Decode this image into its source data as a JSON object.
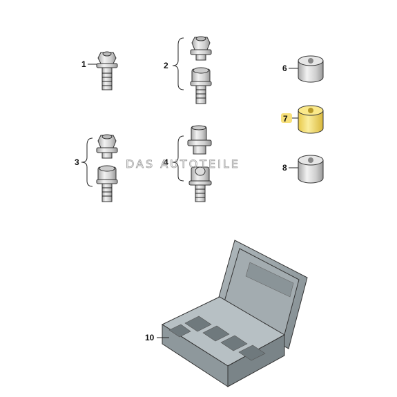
{
  "callouts": {
    "p1": "1",
    "p2": "2",
    "p3": "3",
    "p4": "4",
    "p6": "6",
    "p7": "7",
    "p8": "8",
    "p10": "10"
  },
  "watermark": "DAS AUTOTEILE",
  "colors": {
    "highlight": "#f7e07a",
    "metal_light": "#e4e4e4",
    "metal_dark": "#9c9c9c",
    "case": "#9aa4a8",
    "case_dark": "#6f797d"
  }
}
